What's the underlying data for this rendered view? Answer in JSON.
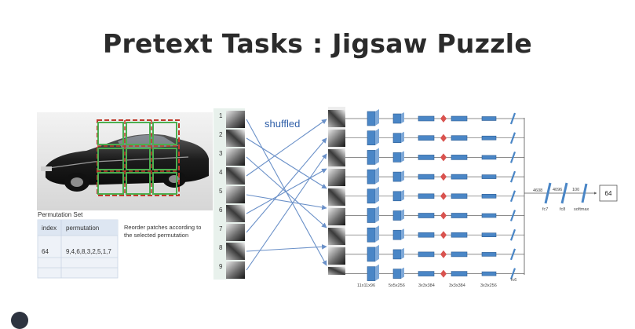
{
  "slide": {
    "title": "Pretext Tasks : Jigsaw Puzzle"
  },
  "permutation_panel": {
    "caption": "Permutation Set",
    "headers": [
      "index",
      "permutation"
    ],
    "rows": [
      [
        "64",
        "9,4,6,8,3,2,5,1,7"
      ]
    ],
    "instruction_line1": "Reorder patches according to",
    "instruction_line2": "the selected permutation"
  },
  "shuffle": {
    "label": "shuffled",
    "tile_numbers": [
      "1",
      "2",
      "3",
      "4",
      "5",
      "6",
      "7",
      "8",
      "9"
    ]
  },
  "network": {
    "layer_labels": [
      "11x11x96",
      "5x5x256",
      "3x3x384",
      "3x3x384",
      "3x3x256",
      "fc6"
    ],
    "head_labels": [
      "4608",
      "4096",
      "100",
      "fc7",
      "fc8",
      "softmax"
    ],
    "output_label": "64"
  },
  "colors": {
    "patch_border_green": "#4caf50",
    "patch_border_red": "#c0392b",
    "arrow_blue": "#6a90c8",
    "layer_blue": "#4a86c6",
    "accent_red": "#d9534f"
  }
}
